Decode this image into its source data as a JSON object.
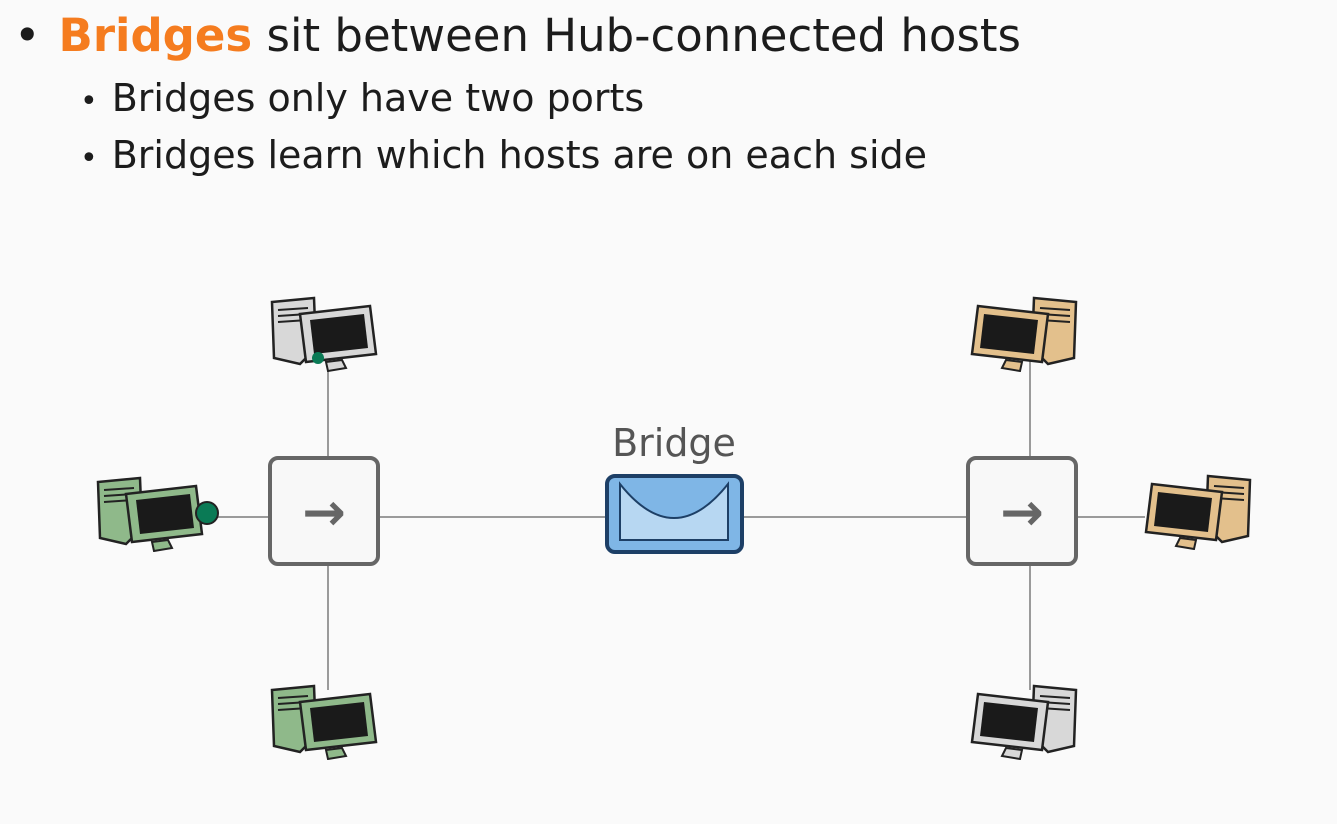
{
  "heading": {
    "bullet": "•",
    "highlight": "Bridges",
    "rest": " sit between Hub-connected hosts"
  },
  "subpoints": [
    {
      "bullet": "•",
      "text": "Bridges only have two ports"
    },
    {
      "bullet": "•",
      "text": "Bridges learn which hosts are on each side"
    }
  ],
  "diagram": {
    "bridge_label": "Bridge",
    "hub_arrow": "→",
    "colors": {
      "accent": "#f57c1f",
      "bridge_fill": "#7fb6e6",
      "bridge_stroke": "#1d3f66",
      "bridge_inner": "#b7d7f2",
      "hub_stroke": "#666666",
      "link": "#9a9a9a",
      "host_green": "#8fb98a",
      "host_gray": "#d8d8d8",
      "host_tan": "#e3c08c"
    },
    "hosts_left": [
      "host-gray",
      "host-green",
      "host-green"
    ],
    "hosts_right": [
      "host-tan",
      "host-tan",
      "host-gray"
    ]
  }
}
